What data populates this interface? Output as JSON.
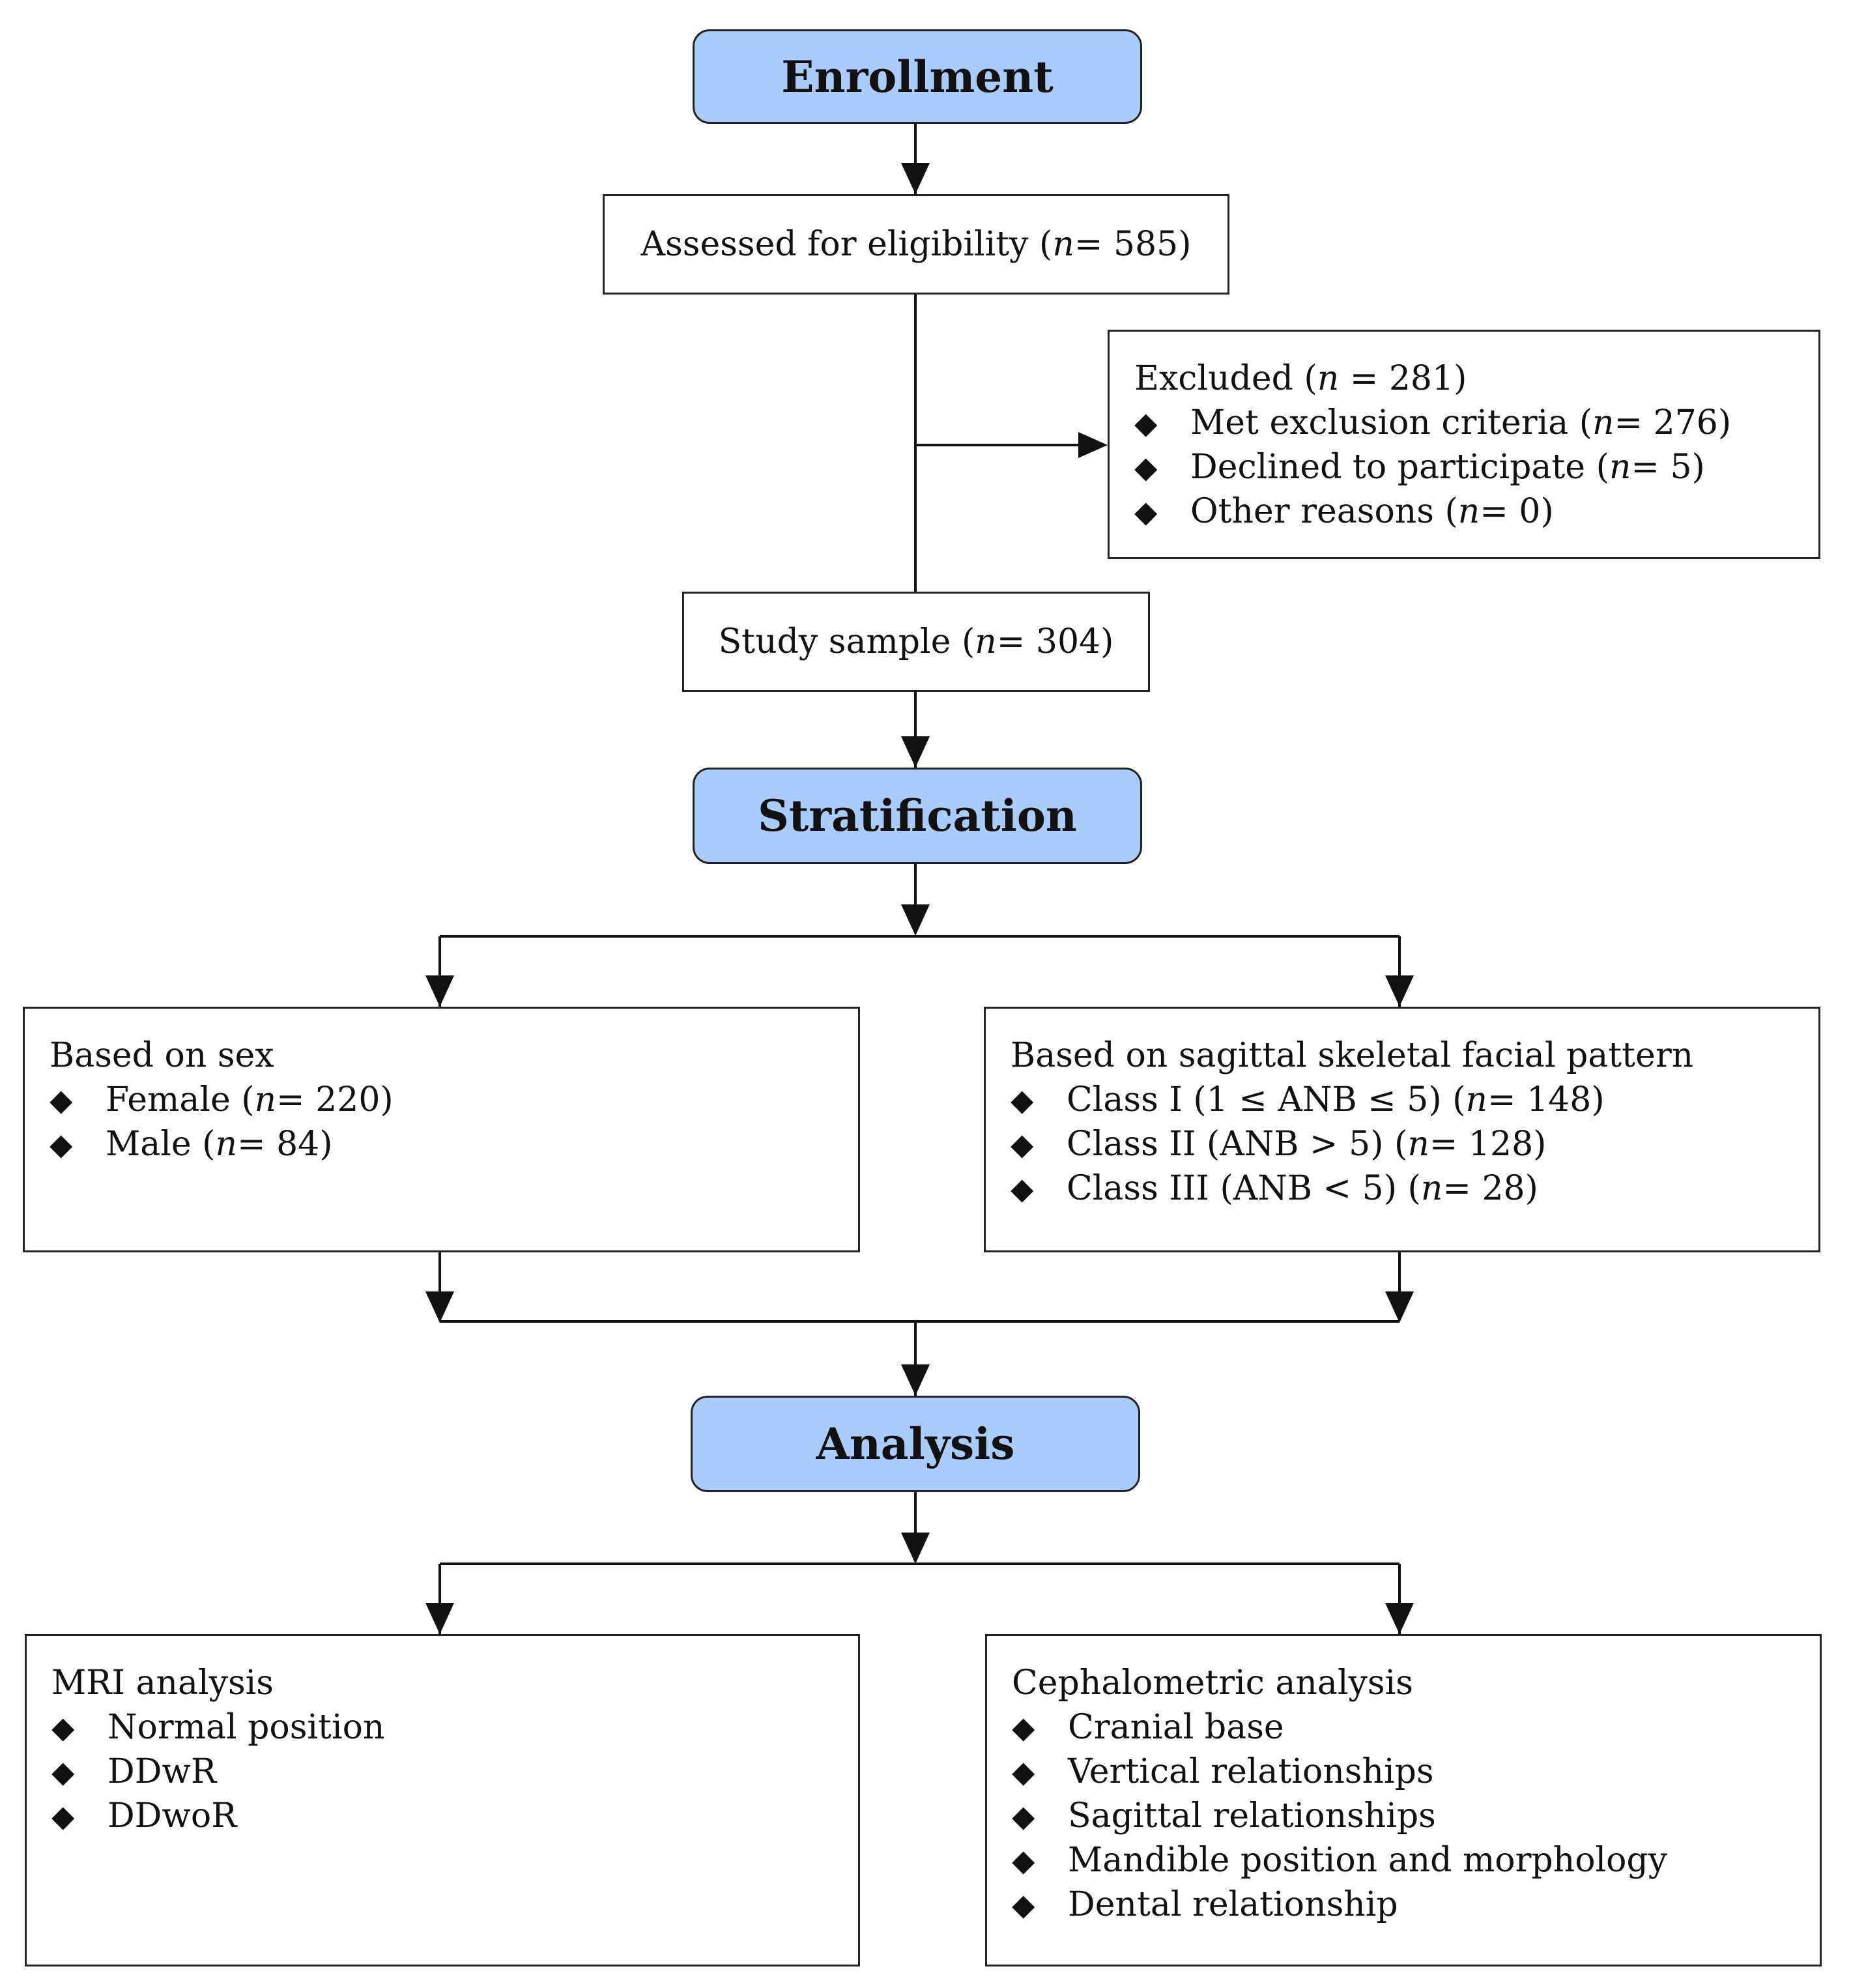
{
  "phases": {
    "enrollment": "Enrollment",
    "stratification": "Stratification",
    "analysis": "Analysis"
  },
  "assessed": {
    "label": "Assessed for eligibility (",
    "n_symbol": "n",
    "value": " = 585)"
  },
  "excluded": {
    "title": {
      "label": "Excluded (",
      "n_symbol": "n",
      "value": " = 281)"
    },
    "items": [
      {
        "label": "Met exclusion criteria (",
        "n_symbol": "n",
        "value": " = 276)"
      },
      {
        "label": "Declined to participate (",
        "n_symbol": "n",
        "value": " = 5)"
      },
      {
        "label": "Other reasons (",
        "n_symbol": "n",
        "value": " = 0)"
      }
    ]
  },
  "study_sample": {
    "label": "Study sample (",
    "n_symbol": "n",
    "value": " = 304)"
  },
  "sex": {
    "title": "Based on sex",
    "items": [
      {
        "label": "Female (",
        "n_symbol": "n",
        "value": " = 220)"
      },
      {
        "label": "Male (",
        "n_symbol": "n",
        "value": " = 84)"
      }
    ]
  },
  "pattern": {
    "title": "Based on sagittal skeletal facial pattern",
    "items": [
      {
        "label": "Class I (1 ≤ ANB ≤ 5) (",
        "n_symbol": "n",
        "value": " = 148)"
      },
      {
        "label": "Class II (ANB > 5) (",
        "n_symbol": "n",
        "value": " = 128)"
      },
      {
        "label": "Class III (ANB < 5) (",
        "n_symbol": "n",
        "value": " = 28)"
      }
    ]
  },
  "mri": {
    "title": "MRI analysis",
    "items": [
      "Normal position",
      "DDwR",
      "DDwoR"
    ]
  },
  "ceph": {
    "title": "Cephalometric analysis",
    "items": [
      "Cranial base",
      "Vertical relationships",
      "Sagittal relationships",
      "Mandible position and morphology",
      "Dental relationship"
    ]
  },
  "bullet_glyph": "◆",
  "colors": {
    "phase_fill": "#a9cdfb",
    "line": "#111111"
  }
}
